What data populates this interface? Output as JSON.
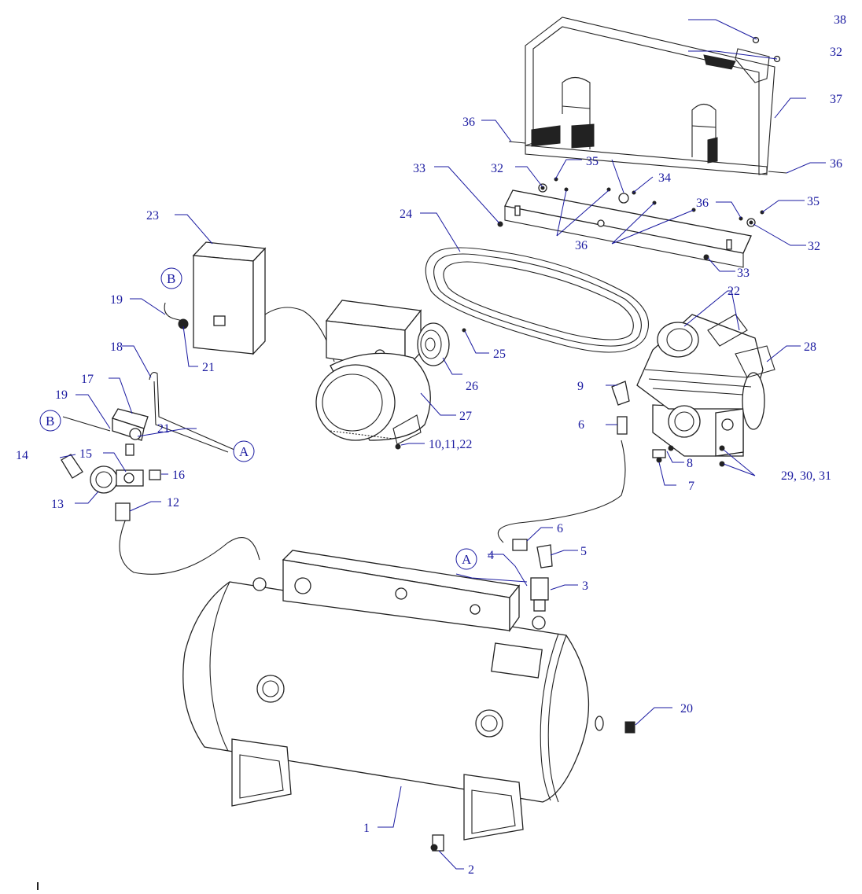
{
  "parts": {
    "p1": "1",
    "p2": "2",
    "p3": "3",
    "p4": "4",
    "p5": "5",
    "p6a": "6",
    "p6b": "6",
    "p7": "7",
    "p8": "8",
    "p9": "9",
    "p10": "10,11,22",
    "p12": "12",
    "p13": "13",
    "p14": "14",
    "p15": "15",
    "p16": "16",
    "p17": "17",
    "p18": "18",
    "p19a": "19",
    "p19b": "19",
    "p20": "20",
    "p21a": "21",
    "p21b": "21",
    "p22": "22",
    "p23": "23",
    "p24": "24",
    "p25": "25",
    "p26": "26",
    "p27": "27",
    "p28": "28",
    "p29": "29, 30, 31",
    "p32a": "32",
    "p32b": "32",
    "p32c": "32",
    "p33a": "33",
    "p33b": "33",
    "p34": "34",
    "p35a": "35",
    "p35b": "35",
    "p36a": "36",
    "p36b": "36",
    "p36c": "36",
    "p36d": "36",
    "p37": "37",
    "p38": "38"
  },
  "connectors": {
    "a1": "A",
    "a2": "A",
    "b1": "B",
    "b2": "B"
  }
}
